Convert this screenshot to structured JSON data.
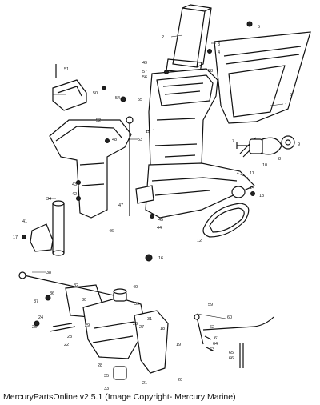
{
  "caption": "MercuryPartsOnline v2.5.1 (Image Copyright- Mercury Marine)",
  "callouts": [
    "1",
    "2",
    "3",
    "4",
    "5",
    "6",
    "7",
    "8",
    "9",
    "10",
    "11",
    "12",
    "13",
    "14",
    "15",
    "16",
    "17",
    "18",
    "19",
    "20",
    "21",
    "22",
    "23",
    "24",
    "25",
    "26",
    "27",
    "28",
    "29",
    "30",
    "31",
    "32",
    "33",
    "34",
    "35",
    "36",
    "37",
    "38",
    "39",
    "40",
    "41",
    "42",
    "43",
    "44",
    "45",
    "46",
    "47",
    "48",
    "49",
    "50",
    "51",
    "52",
    "53",
    "54",
    "55",
    "56",
    "57",
    "58",
    "59",
    "60",
    "61",
    "62",
    "63",
    "64",
    "65",
    "66"
  ]
}
